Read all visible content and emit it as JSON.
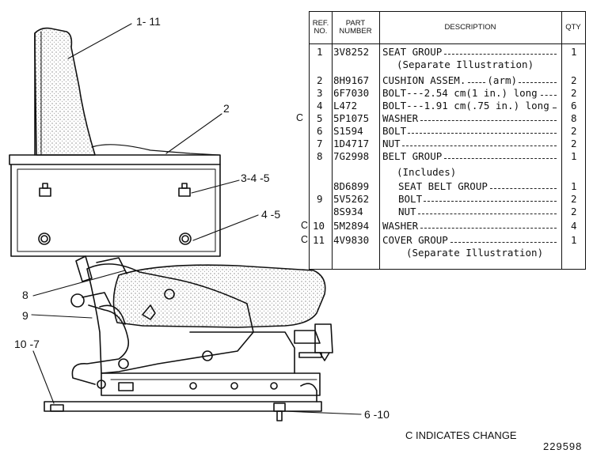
{
  "callouts": {
    "c1": "1- 11",
    "c2": "2",
    "c3": "3-4 -5",
    "c4": "4 -5",
    "c8": "8",
    "c9": "9",
    "c10": "10 -7",
    "c6": "6 -10"
  },
  "table": {
    "headers": {
      "ref_no": "REF.\nNO.",
      "part_number": "PART\nNUMBER",
      "description": "DESCRIPTION",
      "qty": "QTY"
    },
    "rows": [
      {
        "change": "",
        "ref": "1",
        "part": "3V8252",
        "desc": "SEAT GROUP",
        "qty": "1"
      },
      {
        "change": "",
        "ref": "",
        "part": "",
        "desc": "(Separate Illustration)",
        "qty": ""
      },
      {
        "change": "",
        "ref": "2",
        "part": "8H9167",
        "desc": "CUSHION ASSEM.",
        "desc2": "(arm)",
        "qty": "2"
      },
      {
        "change": "",
        "ref": "3",
        "part": "6F7030",
        "desc": "BOLT---2.54 cm(1 in.) long",
        "qty": "2"
      },
      {
        "change": "",
        "ref": "4",
        "part": "L472",
        "desc": "BOLT---1.91 cm(.75 in.) long",
        "qty": "6"
      },
      {
        "change": "C",
        "ref": "5",
        "part": "5P1075",
        "desc": "WASHER",
        "qty": "8"
      },
      {
        "change": "",
        "ref": "6",
        "part": "S1594",
        "desc": "BOLT",
        "qty": "2"
      },
      {
        "change": "",
        "ref": "7",
        "part": "1D4717",
        "desc": "NUT",
        "qty": "2"
      },
      {
        "change": "",
        "ref": "8",
        "part": "7G2998",
        "desc": "BELT GROUP",
        "qty": "1"
      },
      {
        "change": "",
        "ref": "",
        "part": "",
        "desc": "(Includes)",
        "qty": ""
      },
      {
        "change": "",
        "ref": "",
        "part": "8D6899",
        "desc": "SEAT BELT GROUP",
        "qty": "1"
      },
      {
        "change": "",
        "ref": "9",
        "part": "5V5262",
        "desc": "BOLT",
        "qty": "2"
      },
      {
        "change": "",
        "ref": "",
        "part": "8S934",
        "desc": "NUT",
        "qty": "2"
      },
      {
        "change": "C",
        "ref": "10",
        "part": "5M2894",
        "desc": "WASHER",
        "qty": "4"
      },
      {
        "change": "C",
        "ref": "11",
        "part": "4V9830",
        "desc": "COVER GROUP",
        "qty": "1"
      },
      {
        "change": "",
        "ref": "",
        "part": "",
        "desc": "(Separate Illustration)",
        "qty": ""
      }
    ]
  },
  "footer": {
    "note": "C INDICATES CHANGE",
    "drawing_number": "229598"
  }
}
